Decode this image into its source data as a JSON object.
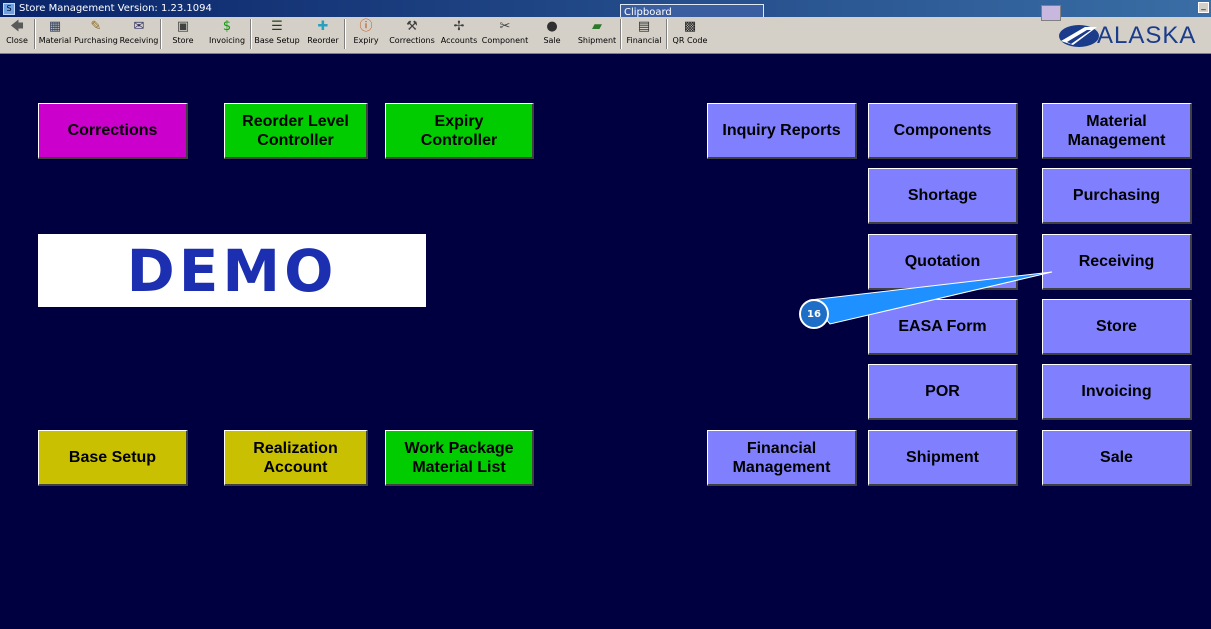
{
  "window": {
    "title": "Store Management  Version: 1.23.1094",
    "clipboard_label": "Clipboard",
    "minimize": "_"
  },
  "toolbar": {
    "items": [
      {
        "label": "Close",
        "icon": "close-icon",
        "glyph": "🡄",
        "color": "#5a5a5a"
      },
      {
        "label": "Material",
        "icon": "material-icon",
        "glyph": "▦",
        "color": "#304060"
      },
      {
        "label": "Purchasing",
        "icon": "purchasing-icon",
        "glyph": "✎",
        "color": "#8a6a20"
      },
      {
        "label": "Receiving",
        "icon": "receiving-icon",
        "glyph": "✉",
        "color": "#303060"
      },
      {
        "label": "Store",
        "icon": "store-icon",
        "glyph": "▣",
        "color": "#404040"
      },
      {
        "label": "Invoicing",
        "icon": "invoicing-icon",
        "glyph": "$",
        "color": "#0a9a0a"
      },
      {
        "label": "Base Setup",
        "icon": "base-setup-icon",
        "glyph": "☰",
        "color": "#204020"
      },
      {
        "label": "Reorder",
        "icon": "reorder-icon",
        "glyph": "✚",
        "color": "#2aa0c0"
      },
      {
        "label": "Expiry",
        "icon": "expiry-icon",
        "glyph": "ⓘ",
        "color": "#c04000"
      },
      {
        "label": "Corrections",
        "icon": "corrections-icon",
        "glyph": "⚒",
        "color": "#404040"
      },
      {
        "label": "Accounts",
        "icon": "accounts-icon",
        "glyph": "✢",
        "color": "#404040"
      },
      {
        "label": "Component",
        "icon": "component-icon",
        "glyph": "✂",
        "color": "#404040"
      },
      {
        "label": "Sale",
        "icon": "sale-icon",
        "glyph": "●",
        "color": "#303030"
      },
      {
        "label": "Shipment",
        "icon": "shipment-icon",
        "glyph": "▰",
        "color": "#2a7a2a"
      },
      {
        "label": "Financial",
        "icon": "financial-icon",
        "glyph": "▤",
        "color": "#303030"
      },
      {
        "label": "QR Code",
        "icon": "qr-code-icon",
        "glyph": "▩",
        "color": "#202020"
      }
    ]
  },
  "logo": {
    "text": "ALASKA",
    "color": "#1a3c8a"
  },
  "tiles": {
    "corrections": "Corrections",
    "reorder_level_controller": "Reorder Level\nController",
    "expiry_controller": "Expiry\nController",
    "base_setup": "Base Setup",
    "realization_account": "Realization\nAccount",
    "work_package_material_list": "Work Package\nMaterial List",
    "inquiry_reports": "Inquiry Reports",
    "financial_management": "Financial\nManagement",
    "components": "Components",
    "shortage": "Shortage",
    "quotation": "Quotation",
    "easa_form": "EASA Form",
    "por": "POR",
    "shipment": "Shipment",
    "material_management": "Material\nManagement",
    "purchasing": "Purchasing",
    "receiving": "Receiving",
    "store": "Store",
    "invoicing": "Invoicing",
    "sale": "Sale"
  },
  "demo_watermark": "DEMO",
  "callout": {
    "number": "16",
    "color": "#1e90ff"
  },
  "colors": {
    "background": "#000040",
    "magenta": "#cc00cc",
    "green": "#00cc00",
    "olive": "#c8c000",
    "purple": "#8080ff"
  }
}
